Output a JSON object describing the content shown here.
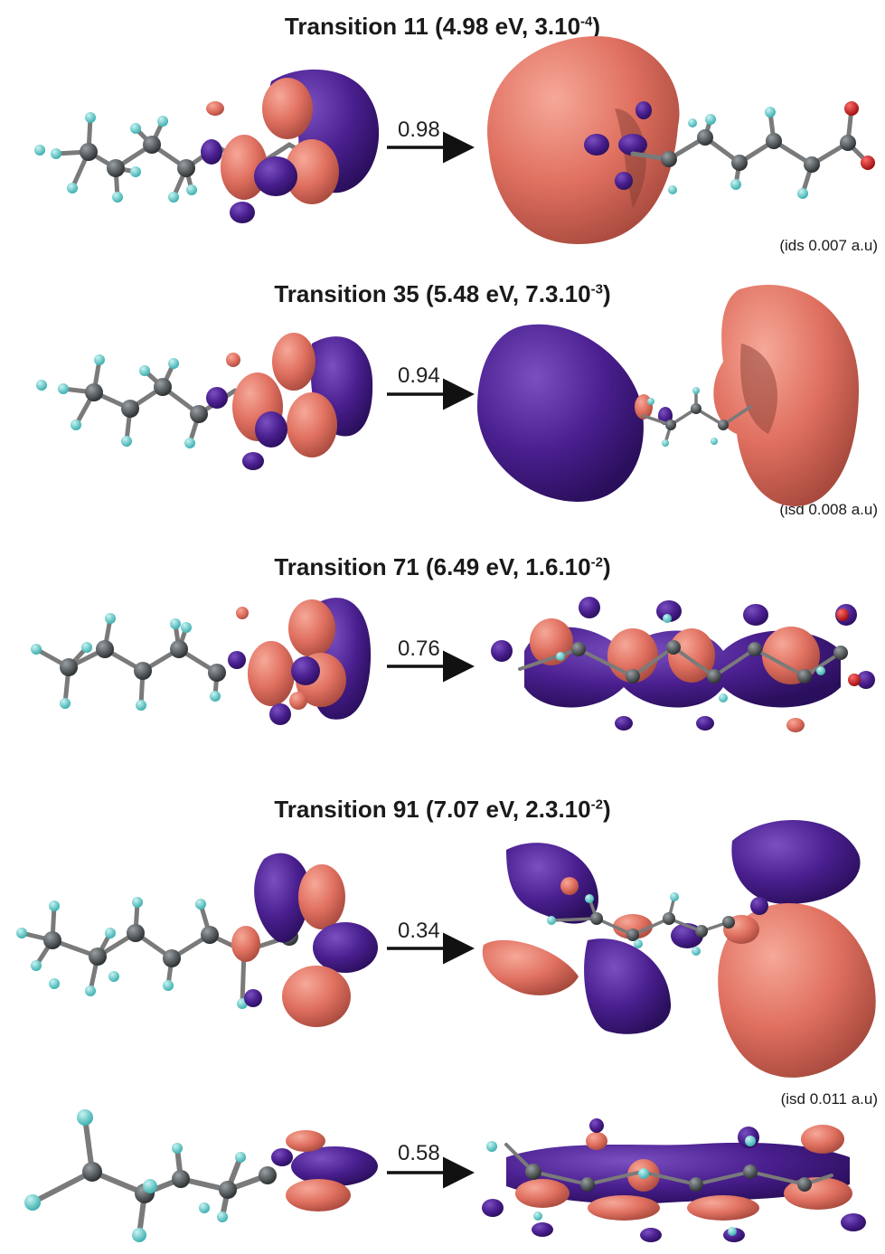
{
  "transitions": [
    {
      "label": "Transition 11 (4.98 eV, 3.10",
      "exp": "-4",
      "tail": ")",
      "coef": "0.98",
      "iso": "(ids 0.007 a.u)"
    },
    {
      "label": "Transition 35 (5.48 eV, 7.3.10",
      "exp": "-3",
      "tail": ")",
      "coef": "0.94",
      "iso": "(isd 0.008 a.u)"
    },
    {
      "label": "Transition 71 (6.49 eV, 1.6.10",
      "exp": "-2",
      "tail": ")",
      "coef": "0.76",
      "iso": ""
    },
    {
      "label": "Transition 91 (7.07 eV, 2.3.10",
      "exp": "-2",
      "tail": ")",
      "coef": "0.34",
      "iso": "(isd 0.011 a.u)"
    },
    {
      "label": "",
      "exp": "",
      "tail": "",
      "coef": "0.58",
      "iso": ""
    }
  ],
  "colors": {
    "positive_lobe": "#e07060",
    "negative_lobe": "#4a1f8f",
    "carbon": "#4a4f52",
    "hydrogen": "#6fd3d3",
    "oxygen": "#d02020",
    "bond": "#7a7a7a",
    "arrow": "#111111"
  }
}
